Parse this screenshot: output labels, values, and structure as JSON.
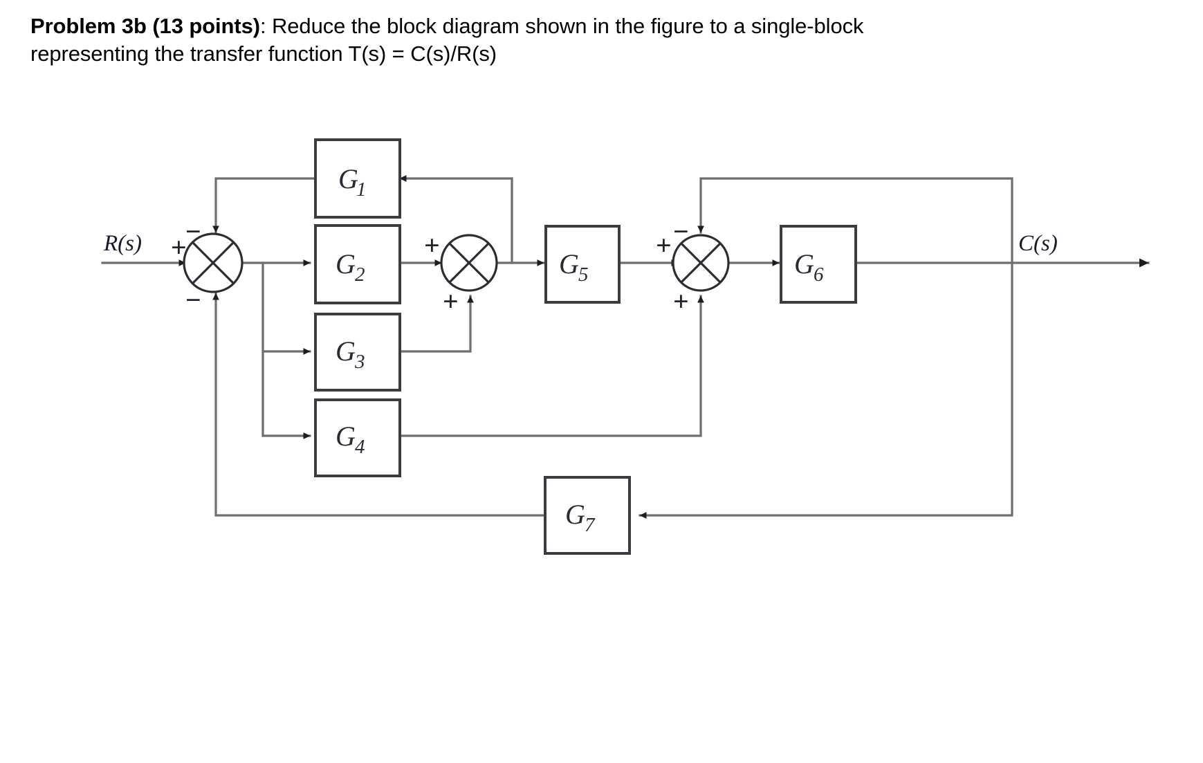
{
  "problem": {
    "label": "Problem 3b (13 points)",
    "text_rest": ": Reduce the block diagram shown in the figure to a single-block representing the transfer function T(s) = C(s)/R(s)"
  },
  "diagram": {
    "input_label": "R(s)",
    "output_label": "C(s)",
    "blocks": [
      {
        "id": "G1",
        "base": "G",
        "sub": "1"
      },
      {
        "id": "G2",
        "base": "G",
        "sub": "2"
      },
      {
        "id": "G3",
        "base": "G",
        "sub": "3"
      },
      {
        "id": "G4",
        "base": "G",
        "sub": "4"
      },
      {
        "id": "G5",
        "base": "G",
        "sub": "5"
      },
      {
        "id": "G6",
        "base": "G",
        "sub": "6"
      },
      {
        "id": "G7",
        "base": "G",
        "sub": "7"
      }
    ],
    "summing_junctions": [
      {
        "id": "sum1",
        "signs": {
          "left": "+",
          "top": "−",
          "bottom": "−"
        }
      },
      {
        "id": "sum2",
        "signs": {
          "left": "+",
          "bottom": "+"
        }
      },
      {
        "id": "sum3",
        "signs": {
          "left": "+",
          "top": "−",
          "bottom": "+"
        }
      }
    ],
    "colors": {
      "line": "#6e6e6e",
      "block_border": "#3b3b42",
      "text": "#1a1a2e",
      "background": "#ffffff"
    }
  }
}
